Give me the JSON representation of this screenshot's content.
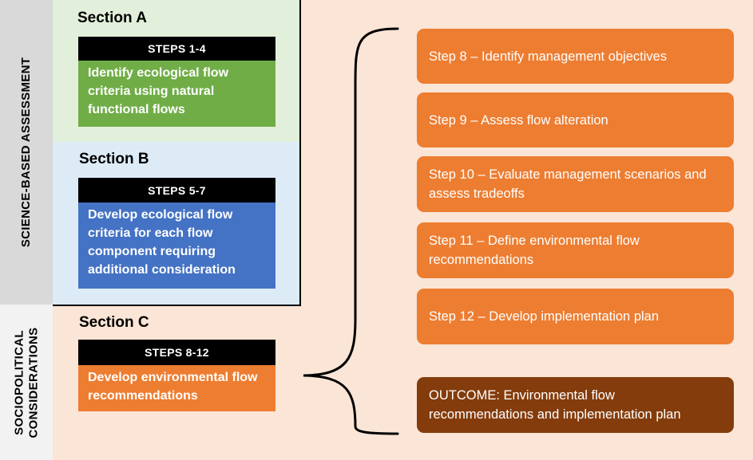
{
  "left_labels": {
    "science": "SCIENCE-BASED ASSESSMENT",
    "socio_line1": "SOCIOPOLITICAL",
    "socio_line2": "CONSIDERATIONS"
  },
  "sections": {
    "a": {
      "title": "Section A",
      "steps": "STEPS 1-4",
      "text": "Identify ecological flow criteria using natural functional flows",
      "color": "#70ad47"
    },
    "b": {
      "title": "Section B",
      "steps": "STEPS 5-7",
      "text": "Develop ecological flow criteria for each flow component requiring additional consideration",
      "color": "#4472c4"
    },
    "c": {
      "title": "Section C",
      "steps": "STEPS 8-12",
      "text": "Develop environmental flow recommendations",
      "color": "#ed7d31"
    }
  },
  "steps": [
    {
      "label": "Step 8 – Identify management objectives"
    },
    {
      "label": "Step 9 – Assess flow alteration"
    },
    {
      "label": "Step 10 – Evaluate management scenarios and assess tradeoffs"
    },
    {
      "label": "Step 11 – Define environmental flow recommendations"
    },
    {
      "label": "Step 12 – Develop implementation plan"
    }
  ],
  "outcome": {
    "label": "OUTCOME: Environmental flow recommendations and implementation plan",
    "color": "#843c0c"
  }
}
